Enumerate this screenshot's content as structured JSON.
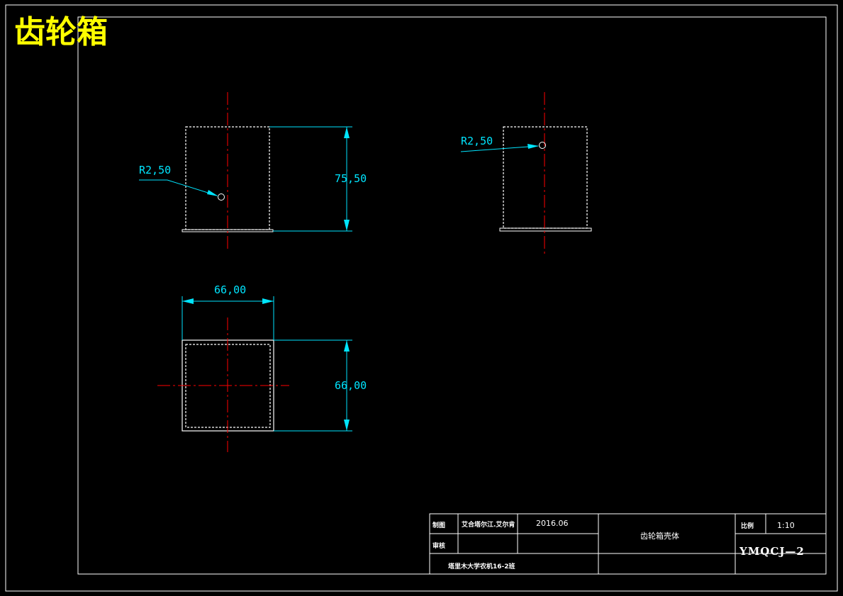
{
  "title": "齿轮箱",
  "colors": {
    "background": "#000000",
    "outline": "#ffffff",
    "centerline": "#ff0000",
    "dimension": "#00e5ff",
    "title": "#ffff00"
  },
  "dimensions": {
    "front_radius": "R2,50",
    "front_height": "75,50",
    "side_radius": "R2,50",
    "top_width": "66,00",
    "top_depth": "66,00"
  },
  "title_block": {
    "drafter_label": "制图",
    "drafter_name": "艾合塔尔江.艾尔肯",
    "date": "2016.06",
    "reviewer_label": "审核",
    "part_name": "齿轮箱壳体",
    "scale_label": "比例",
    "scale_value": "1:10",
    "drawing_code": "YMQCJ—2",
    "school_class": "塔里木大学农机16-2班"
  }
}
